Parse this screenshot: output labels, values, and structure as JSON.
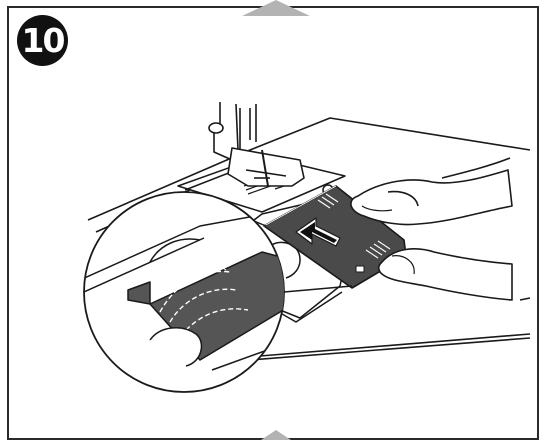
{
  "step": {
    "number": "10"
  },
  "colors": {
    "line": "#1a1a1a",
    "plate_shade": "#555555",
    "cover_shade": "#4a4a4a",
    "border": "#2b2b2b",
    "nav_arrow": "#b3b3b3",
    "badge": "#111111"
  },
  "icons": {
    "nav_up": "triangle-up",
    "nav_down": "triangle-up-small",
    "motion": "arrow-left"
  }
}
